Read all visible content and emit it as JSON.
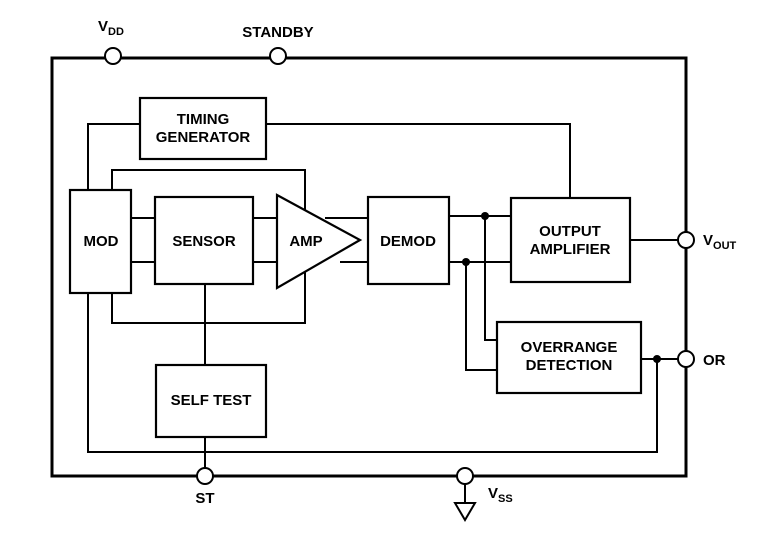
{
  "pins": {
    "vdd": {
      "main": "V",
      "sub": "DD"
    },
    "standby": "STANDBY",
    "vout": {
      "main": "V",
      "sub": "OUT"
    },
    "or": "OR",
    "st": "ST",
    "vss": {
      "main": "V",
      "sub": "SS"
    }
  },
  "blocks": {
    "timing": [
      "TIMING",
      "GENERATOR"
    ],
    "mod": "MOD",
    "sensor": "SENSOR",
    "amp": "AMP",
    "demod": "DEMOD",
    "output": [
      "OUTPUT",
      "AMPLIFIER"
    ],
    "overrange": [
      "OVERRANGE",
      "DETECTION"
    ],
    "selftest": "SELF TEST"
  }
}
